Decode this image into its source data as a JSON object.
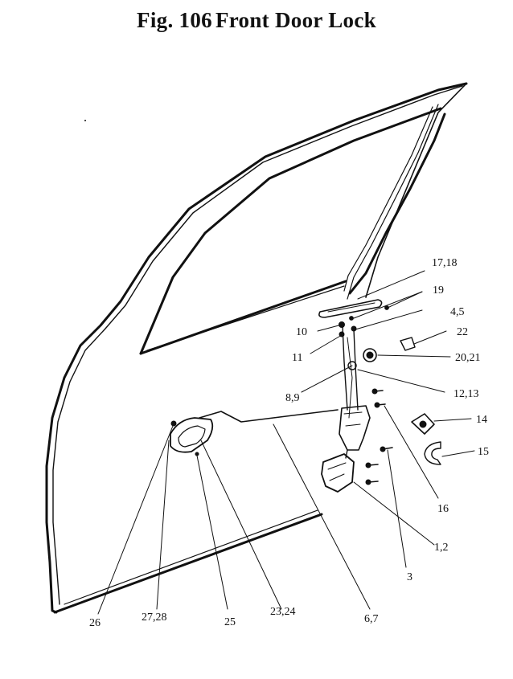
{
  "figure": {
    "number": "Fig. 106",
    "title": "Front Door Lock"
  },
  "callouts": [
    "17,18",
    "19",
    "4,5",
    "10",
    "22",
    "11",
    "20,21",
    "8,9",
    "12,13",
    "14",
    "15",
    "16",
    "1,2",
    "3",
    "26",
    "27,28",
    "25",
    "23,24",
    "6,7"
  ],
  "colors": {
    "ink": "#111111",
    "paper": "#ffffff"
  }
}
